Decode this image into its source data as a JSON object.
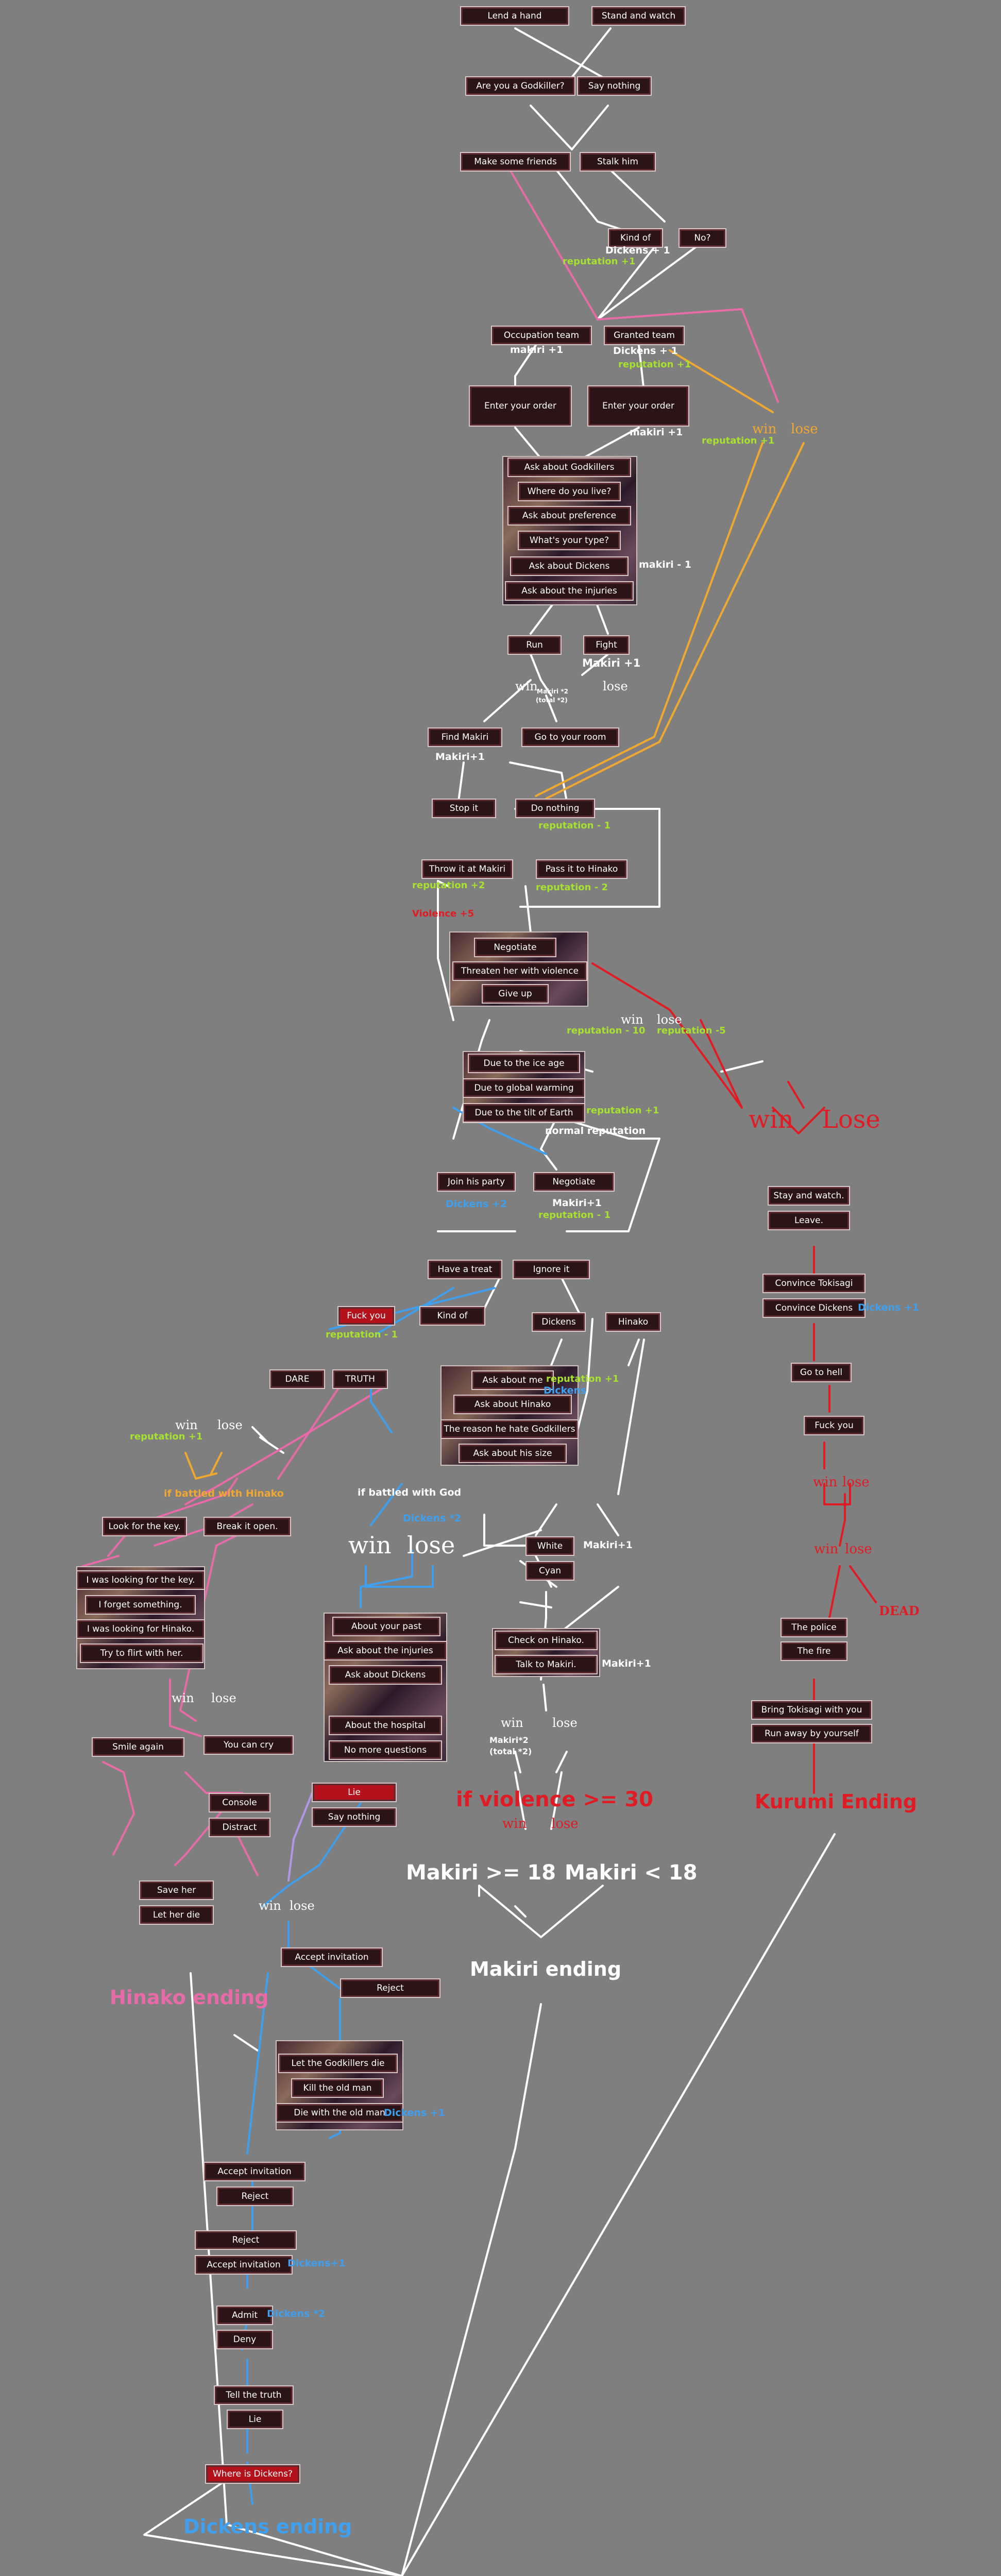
{
  "nodes": {
    "lend_a_hand": "Lend a hand",
    "stand_and_watch": "Stand and watch",
    "are_you_godkiller": "Are you a Godkiller?",
    "say_nothing_1": "Say nothing",
    "make_friends": "Make some friends",
    "stalk_him": "Stalk him",
    "kind_of_1": "Kind of",
    "no": "No?",
    "occupation_team": "Occupation team",
    "granted_team": "Granted team",
    "enter_order_1": "Enter your order",
    "enter_order_2": "Enter your order",
    "ask_godkillers": "Ask about Godkillers",
    "where_live": "Where do you live?",
    "ask_preference": "Ask about preference",
    "whats_type": "What's your type?",
    "ask_dickens_1": "Ask about Dickens",
    "ask_injuries_1": "Ask about the injuries",
    "run": "Run",
    "fight": "Fight",
    "find_makiri": "Find Makiri",
    "go_to_room": "Go to your room",
    "stop_it": "Stop it",
    "do_nothing": "Do nothing",
    "throw_makiri": "Throw it at Makiri",
    "pass_hinako": "Pass it to Hinako",
    "negotiate_1": "Negotiate",
    "threaten": "Threaten her with violence",
    "give_up": "Give up",
    "ice_age": "Due to the ice age",
    "global_warming": "Due to global warming",
    "tilt_earth": "Due to the tilt of Earth",
    "join_party": "Join his party",
    "negotiate_2": "Negotiate",
    "have_treat": "Have a treat",
    "ignore_it": "Ignore it",
    "fuck_you_1": "Fuck you",
    "kind_of_2": "Kind of",
    "dickens": "Dickens",
    "hinako": "Hinako",
    "dare": "DARE",
    "truth": "TRUTH",
    "ask_about_me": "Ask about me",
    "ask_hinako": "Ask about Hinako",
    "reason_hate": "The reason he hate Godkillers",
    "ask_size": "Ask about his size",
    "look_key": "Look for the key.",
    "break_open": "Break it open.",
    "looking_key": "I was looking for the key.",
    "forget_something": "I forget something.",
    "looking_hinako": "I was looking for Hinako.",
    "try_flirt": "Try to flirt with her.",
    "about_past": "About your past",
    "ask_injuries_2": "Ask about the injuries",
    "ask_dickens_2": "Ask about Dickens",
    "about_hospital": "About the hospital",
    "no_more_questions": "No more questions",
    "white": "White",
    "cyan": "Cyan",
    "check_hinako": "Check on Hinako.",
    "talk_makiri": "Talk to Makiri.",
    "smile_again": "Smile again",
    "you_can_cry": "You can cry",
    "console": "Console",
    "distract": "Distract",
    "lie_1": "Lie",
    "say_nothing_2": "Say nothing",
    "save_her": "Save her",
    "let_her_die": "Let her die",
    "accept_invitation_1": "Accept invitation",
    "reject_1": "Reject",
    "let_godkillers_die": "Let the Godkillers die",
    "kill_old_man": "Kill the old man",
    "die_old_man": "Die with the old man",
    "accept_invitation_2": "Accept invitation",
    "reject_2": "Reject",
    "reject_3": "Reject",
    "accept_invitation_3": "Accept invitation",
    "admit": "Admit",
    "deny": "Deny",
    "tell_truth": "Tell the truth",
    "lie_2": "Lie",
    "where_dickens": "Where is Dickens?",
    "stay_watch": "Stay and watch.",
    "leave": "Leave.",
    "convince_tokisagi": "Convince Tokisagi",
    "convince_dickens": "Convince Dickens",
    "go_to_hell": "Go to hell",
    "fuck_you_2": "Fuck you",
    "the_police": "The police",
    "the_fire": "The fire",
    "bring_tokisagi": "Bring Tokisagi with you",
    "run_away": "Run away by yourself"
  },
  "annotations": {
    "dickens_plus1_a": "Dickens + 1",
    "reputation_plus1_a": "reputation +1",
    "makiri_plus1_a": "makiri +1",
    "dickens_plus1_b": "Dickens + 1",
    "reputation_plus1_b": "reputation +1",
    "makiri_plus1_b": "makiri +1",
    "win_o": "win",
    "lose_o": "lose",
    "reputation_plus1_c": "reputation +1",
    "makiri_minus1": "makiri - 1",
    "makiri_plus1_c": "Makiri +1",
    "win_1": "win",
    "lose_1": "lose",
    "makiri_x2_a": "Makiri *2",
    "total_x2_a": "(total *2)",
    "makiri_plus1_d": "Makiri+1",
    "reputation_minus1_a": "reputation - 1",
    "reputation_plus2": "reputation +2",
    "violence_plus5": "Violence +5",
    "reputation_minus2": "reputation - 2",
    "win_2": "win",
    "lose_2": "lose",
    "reputation_minus10": "reputation - 10",
    "reputation_minus5": "reputation -5",
    "reputation_plus1_d": "reputation +1",
    "normal_reputation": "normal reputation",
    "dickens_plus2": "Dickens +2",
    "makiri_plus1_e": "Makiri+1",
    "reputation_minus1_b": "reputation - 1",
    "reputation_minus1_c": "reputation - 1",
    "reputation_plus1_e": "reputation +1",
    "dickens_a": "Dickens",
    "win_3": "win",
    "lose_3": "lose",
    "reputation_plus1_f": "reputation +1",
    "if_battled_hinako": "if battled with Hinako",
    "if_battled_god": "if battled with God",
    "dickens_x2_a": "Dickens *2",
    "makiri_plus1_f": "Makiri+1",
    "makiri_plus1_g": "Makiri+1",
    "win_big": "win",
    "lose_big": "lose",
    "win_4": "win",
    "lose_4": "lose",
    "win_5": "win",
    "lose_5": "lose",
    "makiri_x2_b": "Makiri*2",
    "total_x2_b": "(total *2)",
    "win_6": "win",
    "lose_6": "lose",
    "if_violence": "if violence >= 30",
    "win_7": "win",
    "lose_7": "lose",
    "makiri_ge18": "Makiri >= 18",
    "makiri_lt18": "Makiri < 18",
    "dickens_plus1_c": "Dickens +1",
    "dickens_plus1_d": "Dickens+1",
    "dickens_x2_b": "Dickens *2",
    "win_r1": "win",
    "lose_r1": "Lose",
    "dickens_plus1_e": "Dickens +1",
    "win_r2": "win",
    "lose_r2": "lose",
    "win_r3": "win",
    "lose_r3": "lose",
    "dead": "DEAD"
  },
  "endings": {
    "hinako": "Hinako ending",
    "makiri": "Makiri ending",
    "kurumi": "Kurumi Ending",
    "dickens": "Dickens ending"
  },
  "colors": {
    "background": "#7f7f7f",
    "white_path": "#ffffff",
    "pink_path": "#e86aa8",
    "orange_path": "#f0a830",
    "blue_path": "#3fa0f0",
    "red_path": "#e01b24",
    "green_text": "#a6e22e",
    "purple_path": "#b496e6"
  }
}
